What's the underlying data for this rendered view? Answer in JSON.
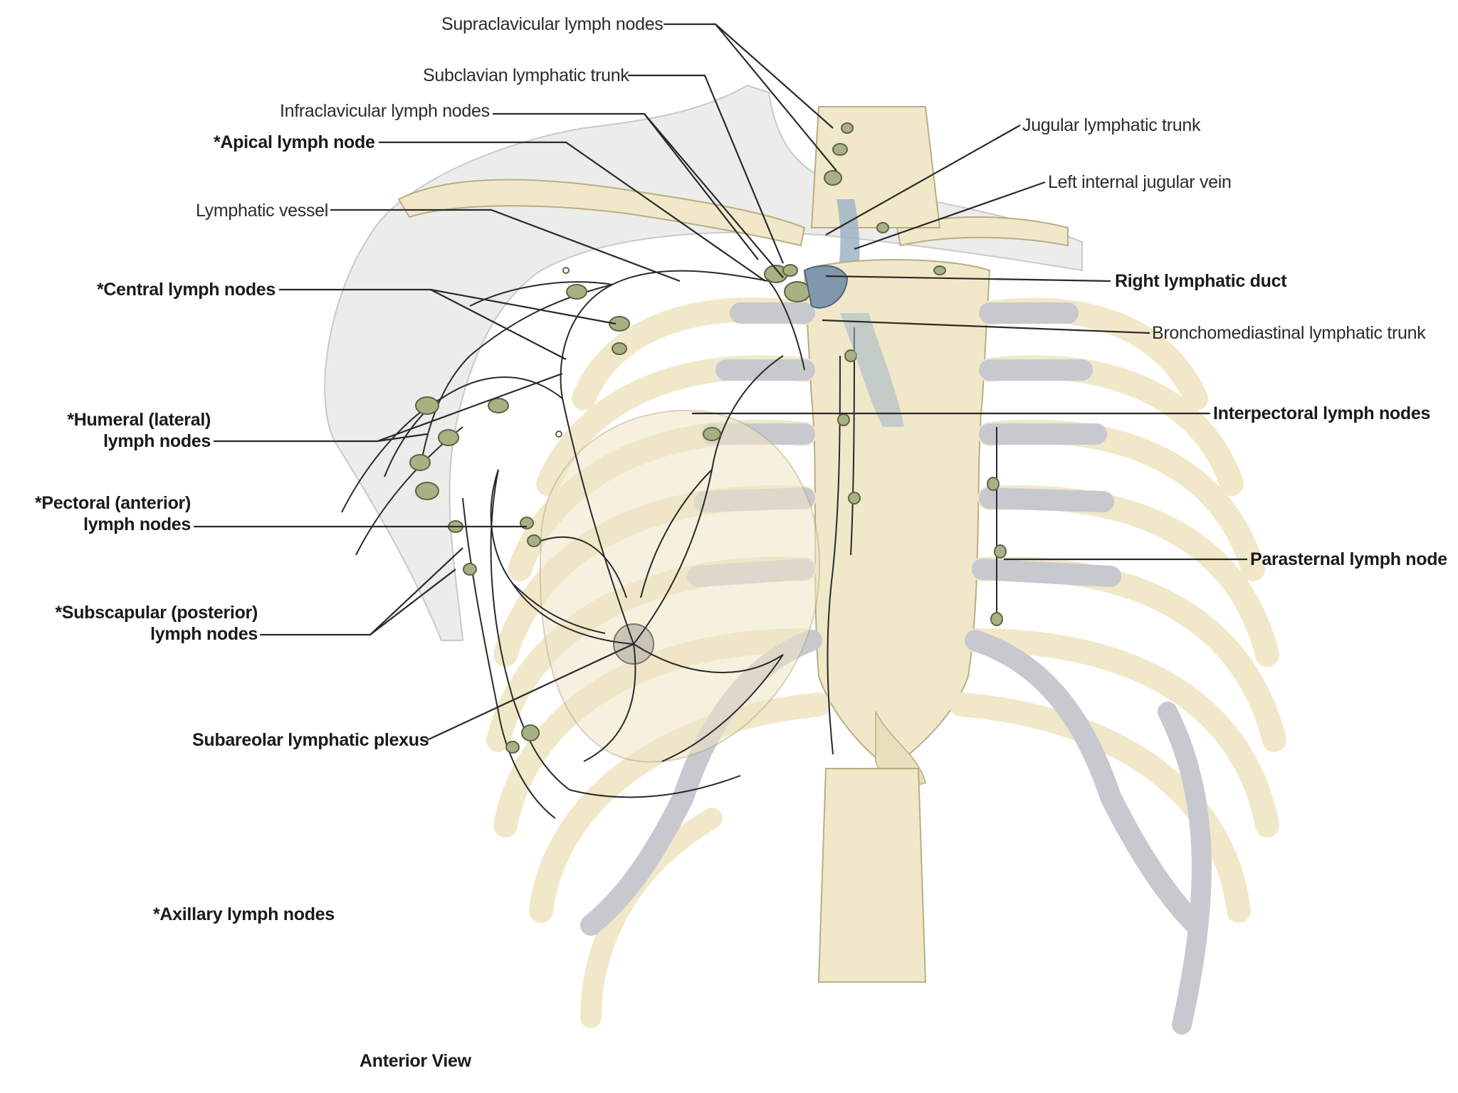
{
  "labels": {
    "supraclavicular": "Supraclavicular lymph nodes",
    "subclavian_trunk": "Subclavian lymphatic trunk",
    "infraclavicular": "Infraclavicular lymph nodes",
    "apical": "*Apical lymph node",
    "lymphatic_vessel": "Lymphatic vessel",
    "central": "*Central lymph nodes",
    "humeral_line1": "*Humeral (lateral)",
    "humeral_line2": "lymph nodes",
    "pectoral_line1": "*Pectoral (anterior)",
    "pectoral_line2": "lymph nodes",
    "subscapular_line1": "*Subscapular (posterior)",
    "subscapular_line2": "lymph nodes",
    "subareolar": "Subareolar lymphatic plexus",
    "axillary": "*Axillary lymph nodes",
    "jugular_trunk": "Jugular lymphatic trunk",
    "left_jugular_vein": "Left internal jugular vein",
    "right_duct": "Right lymphatic duct",
    "bronchomediastinal": "Bronchomediastinal lymphatic trunk",
    "interpectoral": "Interpectoral lymph nodes",
    "parasternal": "Parasternal lymph node",
    "anterior_view": "Anterior View"
  },
  "colors": {
    "bone": "#f1e8c9",
    "bone_shadow": "#d8cca3",
    "cartilage": "#c8c9cf",
    "skin": "#e9e9e4",
    "vein": "#9fb4c6",
    "node": "#a9b184",
    "vessel": "#2a2a2a"
  }
}
